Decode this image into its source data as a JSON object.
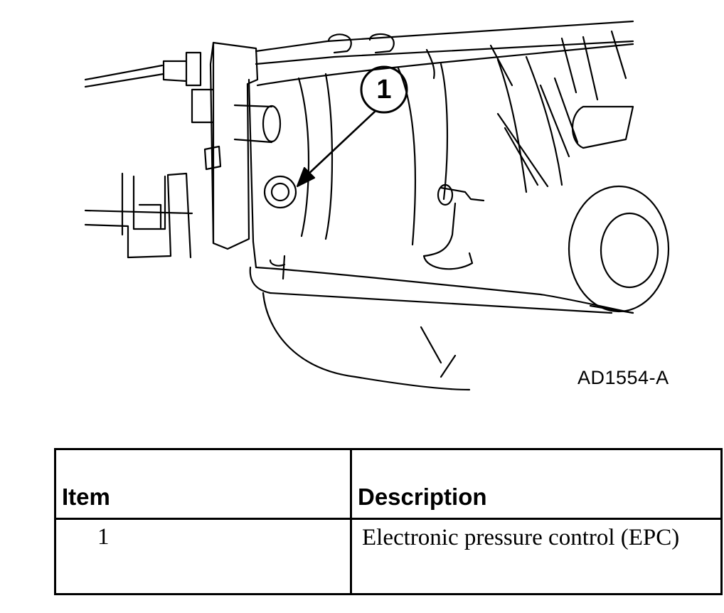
{
  "figure": {
    "callout_number": "1",
    "figure_id": "AD1554-A"
  },
  "legend": {
    "header_item": "Item",
    "header_description": "Description",
    "rows": [
      {
        "item": "1",
        "description": "Electronic pressure control (EPC)"
      }
    ]
  }
}
